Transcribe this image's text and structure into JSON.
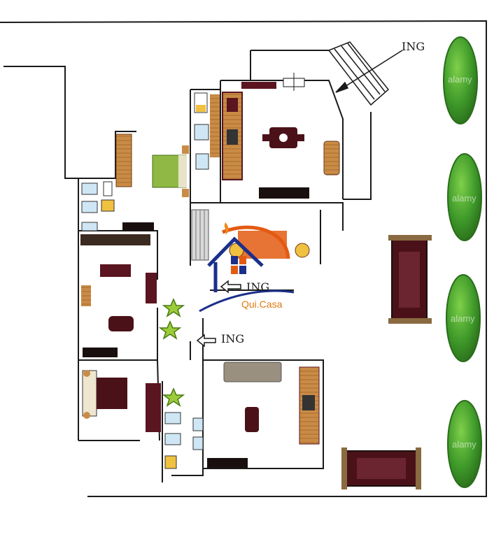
{
  "labels": {
    "entrance_top": "ING",
    "entrance_center": "ING",
    "entrance_lower": "ING"
  },
  "logo": {
    "brand": "Qui.Casa",
    "colors": {
      "house": "#1b2f8a",
      "accent": "#e35b12",
      "flame": "#f08a1c"
    }
  },
  "watermark": "alamy",
  "colors": {
    "wall": "#1a1a1a",
    "hedge": "#3f9a2a",
    "hedge_dark": "#2a6d1b",
    "furniture_dark": "#5a1520",
    "wood": "#c98b45",
    "bed_green": "#8fb944",
    "sink_blue": "#cfe7f5"
  }
}
